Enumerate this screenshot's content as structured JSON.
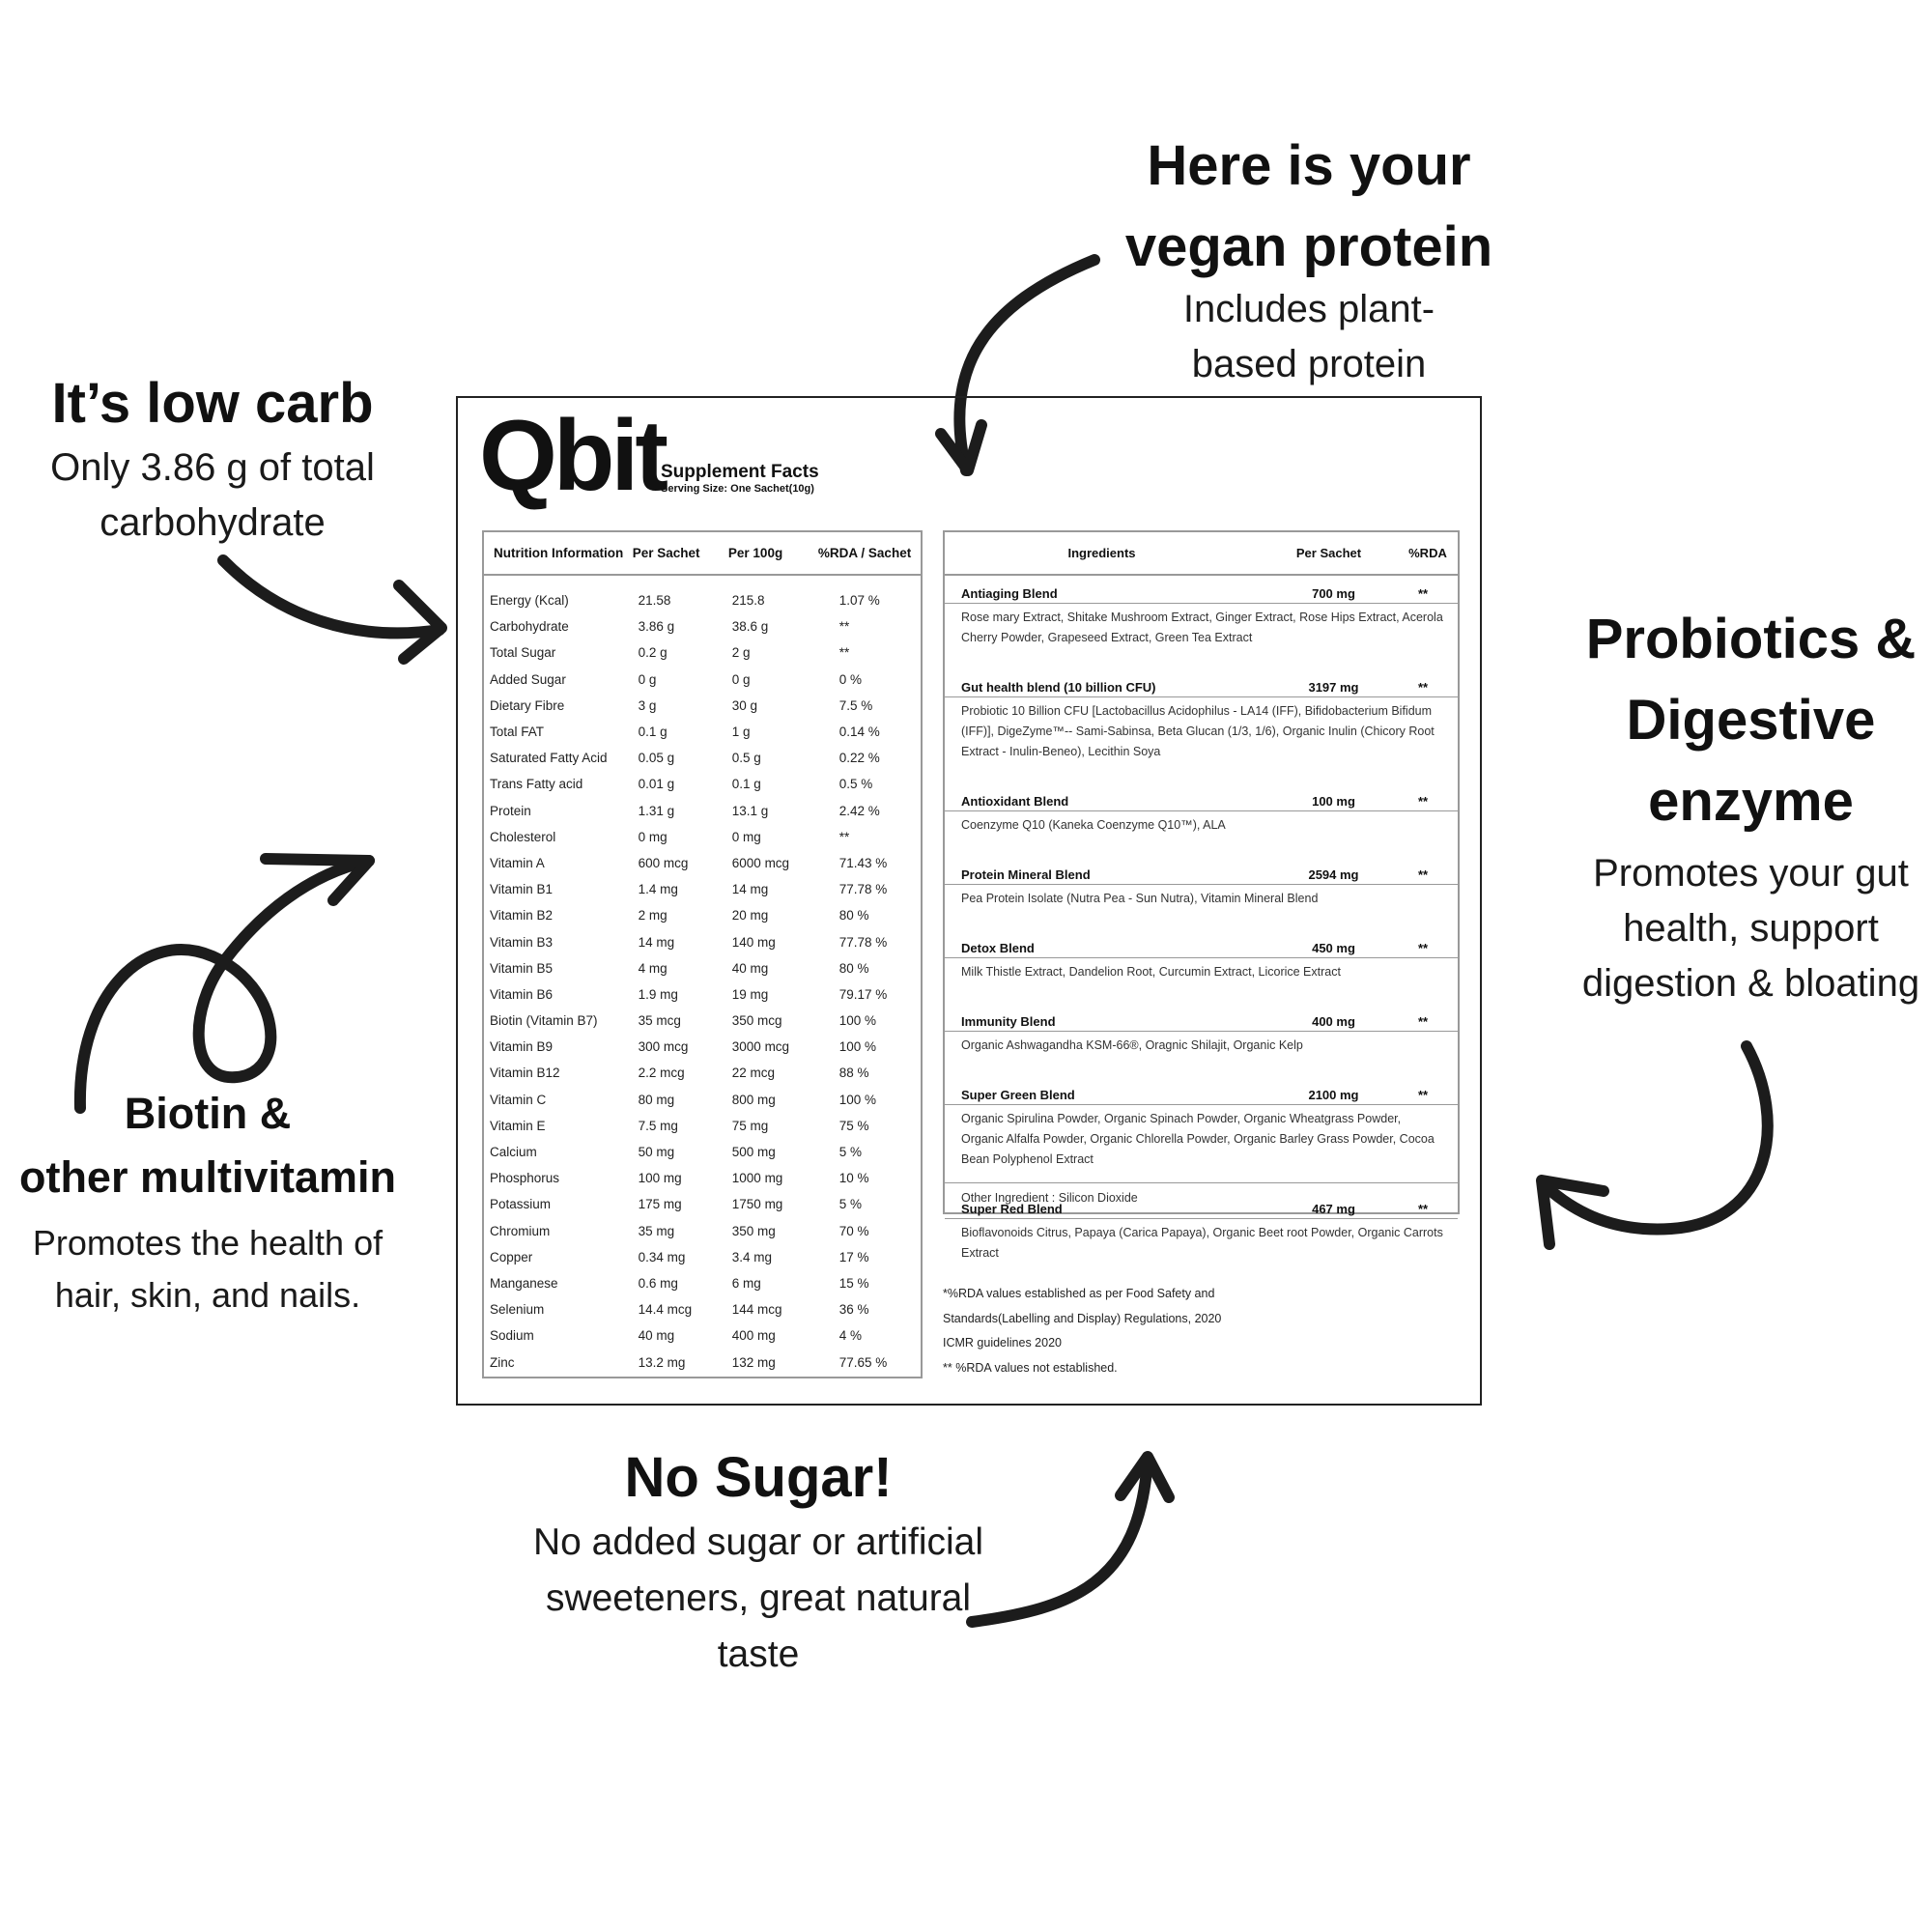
{
  "callouts": {
    "vegan": {
      "title_lines": [
        "Here is your",
        "vegan protein"
      ],
      "sub_lines": [
        "Includes plant-",
        "based protein"
      ]
    },
    "lowcarb": {
      "title_lines": [
        "It’s low carb"
      ],
      "sub_lines": [
        "Only 3.86 g of total",
        "carbohydrate"
      ]
    },
    "probiotics": {
      "title_lines": [
        "Probiotics &",
        "Digestive",
        "enzyme"
      ],
      "sub_lines": [
        "Promotes your gut",
        "health, support",
        "digestion & bloating"
      ]
    },
    "biotin": {
      "title_lines": [
        "Biotin &",
        "other multivitamin"
      ],
      "sub_lines": [
        "Promotes the health of",
        "hair, skin, and nails."
      ]
    },
    "nosugar": {
      "title_lines": [
        "No Sugar!"
      ],
      "sub_lines": [
        "No added sugar or artificial",
        "sweeteners, great natural",
        "taste"
      ]
    }
  },
  "label": {
    "logo": "Qbit",
    "title": "Supplement Facts",
    "serving": "Serving Size: One Sachet(10g)",
    "nutrition": {
      "headers": [
        "Nutrition Information",
        "Per Sachet",
        "Per 100g",
        "%RDA / Sachet"
      ],
      "rows": [
        [
          "Energy (Kcal)",
          "21.58",
          "215.8",
          "1.07 %"
        ],
        [
          "Carbohydrate",
          "3.86 g",
          "38.6 g",
          "**"
        ],
        [
          "Total Sugar",
          "0.2 g",
          "2 g",
          "**"
        ],
        [
          "Added Sugar",
          "0 g",
          "0 g",
          "0 %"
        ],
        [
          "Dietary Fibre",
          "3 g",
          "30 g",
          "7.5 %"
        ],
        [
          "Total FAT",
          "0.1 g",
          "1 g",
          "0.14 %"
        ],
        [
          "Saturated Fatty Acid",
          "0.05 g",
          "0.5 g",
          "0.22 %"
        ],
        [
          "Trans Fatty acid",
          "0.01 g",
          "0.1 g",
          "0.5 %"
        ],
        [
          "Protein",
          "1.31 g",
          "13.1 g",
          "2.42 %"
        ],
        [
          "Cholesterol",
          "0 mg",
          "0 mg",
          "**"
        ],
        [
          "Vitamin A",
          "600 mcg",
          "6000 mcg",
          "71.43 %"
        ],
        [
          "Vitamin B1",
          "1.4 mg",
          "14 mg",
          "77.78 %"
        ],
        [
          "Vitamin B2",
          "2 mg",
          "20 mg",
          "80 %"
        ],
        [
          "Vitamin B3",
          "14 mg",
          "140 mg",
          "77.78 %"
        ],
        [
          "Vitamin B5",
          "4 mg",
          "40 mg",
          "80 %"
        ],
        [
          "Vitamin B6",
          "1.9 mg",
          "19 mg",
          "79.17 %"
        ],
        [
          "Biotin (Vitamin B7)",
          "35 mcg",
          "350 mcg",
          "100 %"
        ],
        [
          "Vitamin B9",
          "300 mcg",
          "3000 mcg",
          "100 %"
        ],
        [
          "Vitamin B12",
          "2.2 mcg",
          "22 mcg",
          "88 %"
        ],
        [
          "Vitamin C",
          "80 mg",
          "800 mg",
          "100 %"
        ],
        [
          "Vitamin E",
          "7.5 mg",
          "75 mg",
          "75 %"
        ],
        [
          "Calcium",
          "50 mg",
          "500 mg",
          "5 %"
        ],
        [
          "Phosphorus",
          "100 mg",
          "1000 mg",
          "10 %"
        ],
        [
          "Potassium",
          "175 mg",
          "1750 mg",
          "5 %"
        ],
        [
          "Chromium",
          "35 mg",
          "350 mg",
          "70 %"
        ],
        [
          "Copper",
          "0.34 mg",
          "3.4 mg",
          "17 %"
        ],
        [
          "Manganese",
          "0.6 mg",
          "6 mg",
          "15 %"
        ],
        [
          "Selenium",
          "14.4 mcg",
          "144 mcg",
          "36 %"
        ],
        [
          "Sodium",
          "40 mg",
          "400 mg",
          "4 %"
        ],
        [
          "Zinc",
          "13.2 mg",
          "132 mg",
          "77.65 %"
        ]
      ]
    },
    "ingredients": {
      "headers": [
        "Ingredients",
        "Per Sachet",
        "%RDA"
      ],
      "blends": [
        {
          "name": "Antiaging Blend",
          "amount": "700 mg",
          "rda": "**",
          "desc": "Rose mary Extract, Shitake Mushroom Extract, Ginger Extract, Rose Hips Extract, Acerola Cherry Powder, Grapeseed Extract, Green Tea Extract"
        },
        {
          "name": "Gut health blend (10 billion CFU)",
          "amount": "3197 mg",
          "rda": "**",
          "desc": "Probiotic 10 Billion CFU [Lactobacillus Acidophilus - LA14 (IFF), Bifidobacterium Bifidum (IFF)], DigeZyme™-- Sami-Sabinsa, Beta Glucan  (1/3, 1/6), Organic Inulin (Chicory Root Extract - Inulin-Beneo), Lecithin Soya"
        },
        {
          "name": "Antioxidant Blend",
          "amount": "100 mg",
          "rda": "**",
          "desc": "Coenzyme Q10 (Kaneka Coenzyme Q10™), ALA"
        },
        {
          "name": "Protein Mineral Blend",
          "amount": "2594 mg",
          "rda": "**",
          "desc": "Pea Protein Isolate (Nutra Pea - Sun Nutra), Vitamin Mineral Blend"
        },
        {
          "name": "Detox Blend",
          "amount": "450 mg",
          "rda": "**",
          "desc": "Milk Thistle Extract, Dandelion Root, Curcumin Extract, Licorice Extract"
        },
        {
          "name": "Immunity Blend",
          "amount": "400 mg",
          "rda": "**",
          "desc": "Organic Ashwagandha KSM-66®, Oragnic Shilajit, Organic Kelp"
        },
        {
          "name": "Super Green Blend",
          "amount": "2100 mg",
          "rda": "**",
          "desc": "Organic Spirulina Powder, Organic Spinach Powder,  Organic Wheatgrass Powder, Organic Alfalfa Powder, Organic Chlorella Powder, Organic Barley Grass Powder, Cocoa Bean Polyphenol Extract"
        },
        {
          "name": "Super Red Blend",
          "amount": "467 mg",
          "rda": "**",
          "desc": "Bioflavonoids Citrus, Papaya (Carica Papaya), Organic Beet root Powder, Organic Carrots Extract"
        }
      ],
      "other": "Other Ingredient : Silicon Dioxide"
    },
    "footnotes": [
      "*%RDA values established as per Food Safety and",
      "Standards(Labelling and Display) Regulations, 2020",
      "ICMR guidelines 2020",
      "** %RDA values not established."
    ]
  }
}
